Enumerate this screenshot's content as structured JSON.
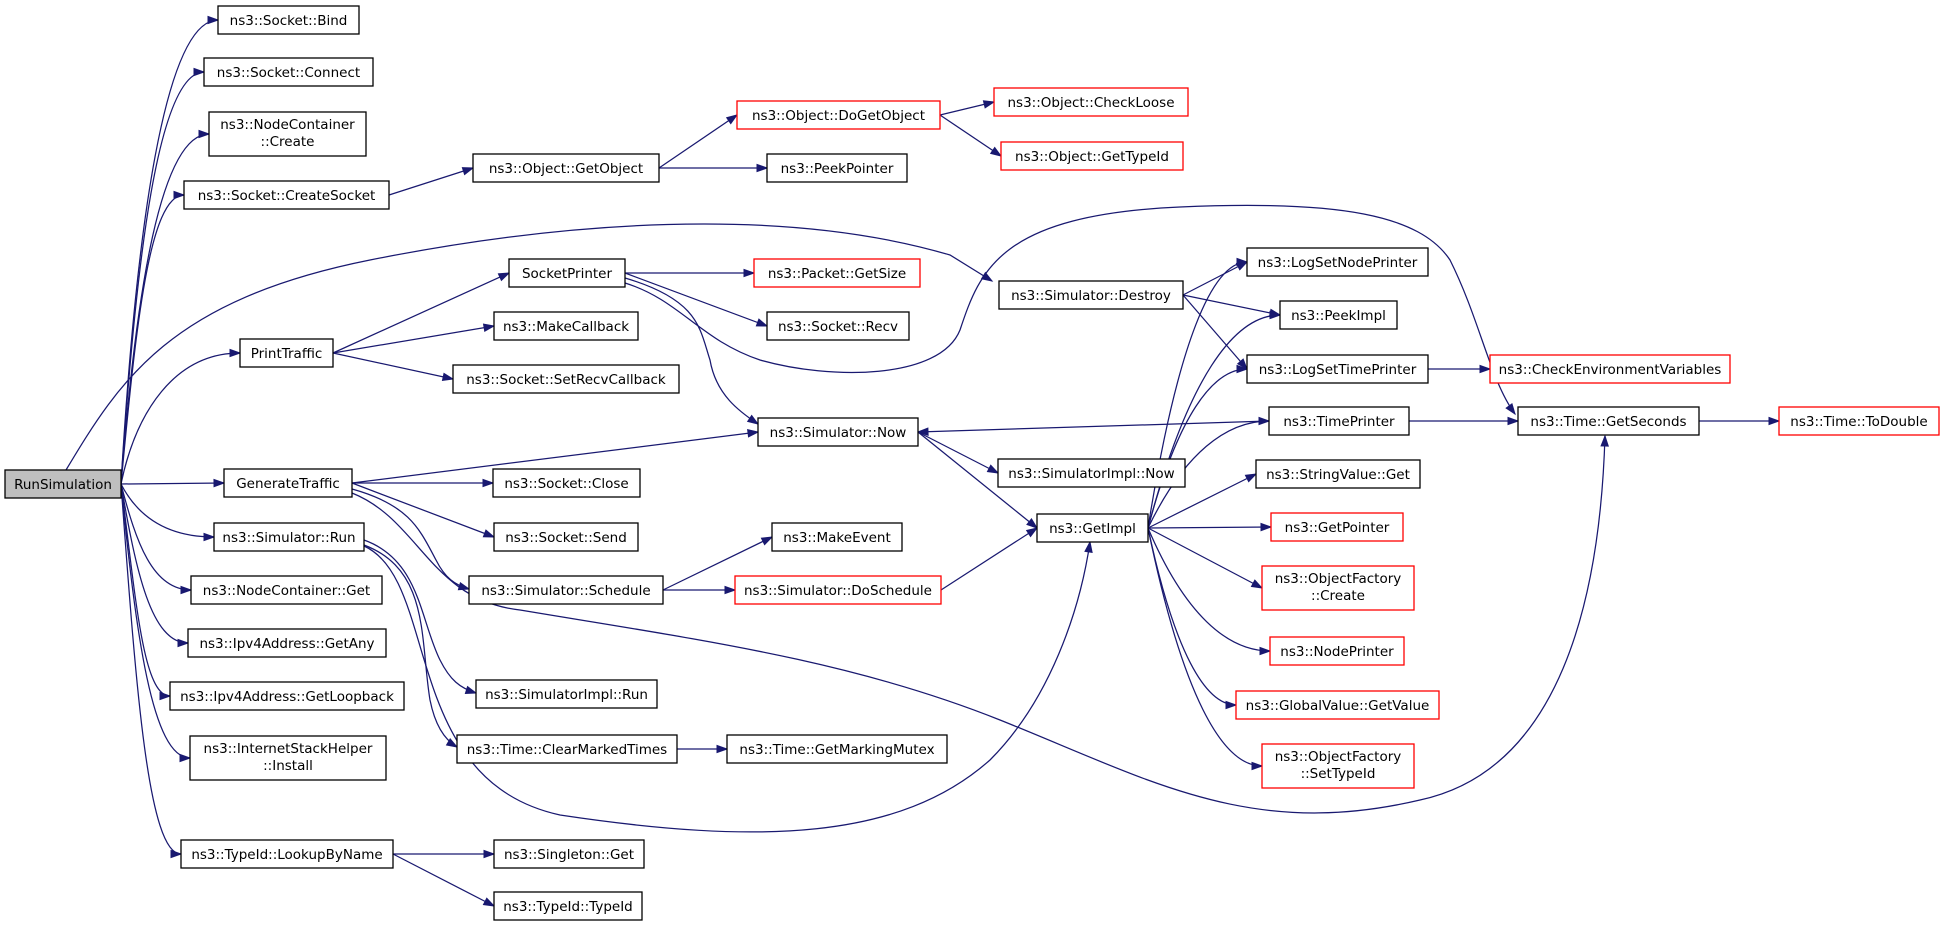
{
  "colors": {
    "edge": "#191970",
    "node_border": "#000000",
    "node_border_red": "#ff0000",
    "root_fill": "#bfbfbf",
    "node_fill": "#ffffff"
  },
  "nodes": {
    "run_simulation": {
      "lines": [
        "RunSimulation"
      ],
      "style": "root"
    },
    "socket_bind": {
      "lines": [
        "ns3::Socket::Bind"
      ],
      "style": "normal"
    },
    "socket_connect": {
      "lines": [
        "ns3::Socket::Connect"
      ],
      "style": "normal"
    },
    "nodecontainer_create": {
      "lines": [
        "ns3::NodeContainer",
        "::Create"
      ],
      "style": "normal"
    },
    "socket_createsocket": {
      "lines": [
        "ns3::Socket::CreateSocket"
      ],
      "style": "normal"
    },
    "object_getobject": {
      "lines": [
        "ns3::Object::GetObject"
      ],
      "style": "normal"
    },
    "object_dogetobject": {
      "lines": [
        "ns3::Object::DoGetObject"
      ],
      "style": "red"
    },
    "object_checkloose": {
      "lines": [
        "ns3::Object::CheckLoose"
      ],
      "style": "red"
    },
    "object_gettypeid": {
      "lines": [
        "ns3::Object::GetTypeId"
      ],
      "style": "red"
    },
    "peekpointer": {
      "lines": [
        "ns3::PeekPointer"
      ],
      "style": "normal"
    },
    "socketprinter": {
      "lines": [
        "SocketPrinter"
      ],
      "style": "normal"
    },
    "packet_getsize": {
      "lines": [
        "ns3::Packet::GetSize"
      ],
      "style": "red"
    },
    "socket_recv": {
      "lines": [
        "ns3::Socket::Recv"
      ],
      "style": "normal"
    },
    "printtraffic": {
      "lines": [
        "PrintTraffic"
      ],
      "style": "normal"
    },
    "makecallback": {
      "lines": [
        "ns3::MakeCallback"
      ],
      "style": "normal"
    },
    "socket_setrecvcallback": {
      "lines": [
        "ns3::Socket::SetRecvCallback"
      ],
      "style": "normal"
    },
    "simulator_destroy": {
      "lines": [
        "ns3::Simulator::Destroy"
      ],
      "style": "normal"
    },
    "logsetnodeprinter": {
      "lines": [
        "ns3::LogSetNodePrinter"
      ],
      "style": "normal"
    },
    "peekimpl": {
      "lines": [
        "ns3::PeekImpl"
      ],
      "style": "normal"
    },
    "logsettimeprinter": {
      "lines": [
        "ns3::LogSetTimePrinter"
      ],
      "style": "normal"
    },
    "checkenvironmentvariables": {
      "lines": [
        "ns3::CheckEnvironmentVariables"
      ],
      "style": "red"
    },
    "timeprinter": {
      "lines": [
        "ns3::TimePrinter"
      ],
      "style": "normal"
    },
    "time_getseconds": {
      "lines": [
        "ns3::Time::GetSeconds"
      ],
      "style": "normal"
    },
    "time_todouble": {
      "lines": [
        "ns3::Time::ToDouble"
      ],
      "style": "red"
    },
    "simulator_now": {
      "lines": [
        "ns3::Simulator::Now"
      ],
      "style": "normal"
    },
    "simulatorimpl_now": {
      "lines": [
        "ns3::SimulatorImpl::Now"
      ],
      "style": "normal"
    },
    "generatetraffic": {
      "lines": [
        "GenerateTraffic"
      ],
      "style": "normal"
    },
    "socket_close": {
      "lines": [
        "ns3::Socket::Close"
      ],
      "style": "normal"
    },
    "socket_send": {
      "lines": [
        "ns3::Socket::Send"
      ],
      "style": "normal"
    },
    "stringvalue_get": {
      "lines": [
        "ns3::StringValue::Get"
      ],
      "style": "normal"
    },
    "simulator_run": {
      "lines": [
        "ns3::Simulator::Run"
      ],
      "style": "normal"
    },
    "makeevent": {
      "lines": [
        "ns3::MakeEvent"
      ],
      "style": "normal"
    },
    "getimpl": {
      "lines": [
        "ns3::GetImpl"
      ],
      "style": "normal"
    },
    "getpointer": {
      "lines": [
        "ns3::GetPointer"
      ],
      "style": "red"
    },
    "simulator_schedule": {
      "lines": [
        "ns3::Simulator::Schedule"
      ],
      "style": "normal"
    },
    "simulator_doschedule": {
      "lines": [
        "ns3::Simulator::DoSchedule"
      ],
      "style": "red"
    },
    "objectfactory_create": {
      "lines": [
        "ns3::ObjectFactory",
        "::Create"
      ],
      "style": "red"
    },
    "nodecontainer_get": {
      "lines": [
        "ns3::NodeContainer::Get"
      ],
      "style": "normal"
    },
    "nodeprinter": {
      "lines": [
        "ns3::NodePrinter"
      ],
      "style": "red"
    },
    "ipv4address_getany": {
      "lines": [
        "ns3::Ipv4Address::GetAny"
      ],
      "style": "normal"
    },
    "simulatorimpl_run": {
      "lines": [
        "ns3::SimulatorImpl::Run"
      ],
      "style": "normal"
    },
    "ipv4address_getloopback": {
      "lines": [
        "ns3::Ipv4Address::GetLoopback"
      ],
      "style": "normal"
    },
    "globalvalue_getvalue": {
      "lines": [
        "ns3::GlobalValue::GetValue"
      ],
      "style": "red"
    },
    "internetstackhelper_install": {
      "lines": [
        "ns3::InternetStackHelper",
        "::Install"
      ],
      "style": "normal"
    },
    "time_clearmarkedtimes": {
      "lines": [
        "ns3::Time::ClearMarkedTimes"
      ],
      "style": "normal"
    },
    "time_getmarkingmutex": {
      "lines": [
        "ns3::Time::GetMarkingMutex"
      ],
      "style": "normal"
    },
    "objectfactory_settypeid": {
      "lines": [
        "ns3::ObjectFactory",
        "::SetTypeId"
      ],
      "style": "red"
    },
    "typeid_lookupbyname": {
      "lines": [
        "ns3::TypeId::LookupByName"
      ],
      "style": "normal"
    },
    "singleton_get": {
      "lines": [
        "ns3::Singleton::Get"
      ],
      "style": "normal"
    },
    "typeid_typeid": {
      "lines": [
        "ns3::TypeId::TypeId"
      ],
      "style": "normal"
    }
  },
  "edges": [
    {
      "from": "run_simulation",
      "to": "socket_bind"
    },
    {
      "from": "run_simulation",
      "to": "socket_connect"
    },
    {
      "from": "run_simulation",
      "to": "nodecontainer_create"
    },
    {
      "from": "run_simulation",
      "to": "socket_createsocket"
    },
    {
      "from": "run_simulation",
      "to": "simulator_destroy"
    },
    {
      "from": "run_simulation",
      "to": "printtraffic"
    },
    {
      "from": "run_simulation",
      "to": "generatetraffic"
    },
    {
      "from": "run_simulation",
      "to": "simulator_run"
    },
    {
      "from": "run_simulation",
      "to": "nodecontainer_get"
    },
    {
      "from": "run_simulation",
      "to": "ipv4address_getany"
    },
    {
      "from": "run_simulation",
      "to": "ipv4address_getloopback"
    },
    {
      "from": "run_simulation",
      "to": "internetstackhelper_install"
    },
    {
      "from": "run_simulation",
      "to": "typeid_lookupbyname"
    },
    {
      "from": "socket_createsocket",
      "to": "object_getobject"
    },
    {
      "from": "object_getobject",
      "to": "object_dogetobject"
    },
    {
      "from": "object_getobject",
      "to": "peekpointer"
    },
    {
      "from": "object_dogetobject",
      "to": "object_checkloose"
    },
    {
      "from": "object_dogetobject",
      "to": "object_gettypeid"
    },
    {
      "from": "printtraffic",
      "to": "socketprinter"
    },
    {
      "from": "printtraffic",
      "to": "makecallback"
    },
    {
      "from": "printtraffic",
      "to": "socket_setrecvcallback"
    },
    {
      "from": "socketprinter",
      "to": "packet_getsize"
    },
    {
      "from": "socketprinter",
      "to": "socket_recv"
    },
    {
      "from": "socketprinter",
      "to": "simulator_now"
    },
    {
      "from": "socketprinter",
      "to": "time_getseconds"
    },
    {
      "from": "simulator_destroy",
      "to": "logsetnodeprinter"
    },
    {
      "from": "simulator_destroy",
      "to": "peekimpl"
    },
    {
      "from": "simulator_destroy",
      "to": "logsettimeprinter"
    },
    {
      "from": "logsettimeprinter",
      "to": "checkenvironmentvariables"
    },
    {
      "from": "timeprinter",
      "to": "simulator_now"
    },
    {
      "from": "timeprinter",
      "to": "time_getseconds"
    },
    {
      "from": "time_getseconds",
      "to": "time_todouble"
    },
    {
      "from": "simulator_now",
      "to": "simulatorimpl_now"
    },
    {
      "from": "simulator_now",
      "to": "getimpl"
    },
    {
      "from": "generatetraffic",
      "to": "simulator_now"
    },
    {
      "from": "generatetraffic",
      "to": "socket_close"
    },
    {
      "from": "generatetraffic",
      "to": "socket_send"
    },
    {
      "from": "generatetraffic",
      "to": "simulator_schedule"
    },
    {
      "from": "generatetraffic",
      "to": "time_getseconds"
    },
    {
      "from": "simulator_run",
      "to": "simulatorimpl_run"
    },
    {
      "from": "simulator_run",
      "to": "time_clearmarkedtimes"
    },
    {
      "from": "simulator_run",
      "to": "getimpl"
    },
    {
      "from": "simulator_schedule",
      "to": "makeevent"
    },
    {
      "from": "simulator_schedule",
      "to": "simulator_doschedule"
    },
    {
      "from": "simulator_doschedule",
      "to": "getimpl"
    },
    {
      "from": "getimpl",
      "to": "logsetnodeprinter"
    },
    {
      "from": "getimpl",
      "to": "peekimpl"
    },
    {
      "from": "getimpl",
      "to": "logsettimeprinter"
    },
    {
      "from": "getimpl",
      "to": "timeprinter"
    },
    {
      "from": "getimpl",
      "to": "stringvalue_get"
    },
    {
      "from": "getimpl",
      "to": "getpointer"
    },
    {
      "from": "getimpl",
      "to": "objectfactory_create"
    },
    {
      "from": "getimpl",
      "to": "nodeprinter"
    },
    {
      "from": "getimpl",
      "to": "globalvalue_getvalue"
    },
    {
      "from": "getimpl",
      "to": "objectfactory_settypeid"
    },
    {
      "from": "time_clearmarkedtimes",
      "to": "time_getmarkingmutex"
    },
    {
      "from": "typeid_lookupbyname",
      "to": "singleton_get"
    },
    {
      "from": "typeid_lookupbyname",
      "to": "typeid_typeid"
    }
  ]
}
